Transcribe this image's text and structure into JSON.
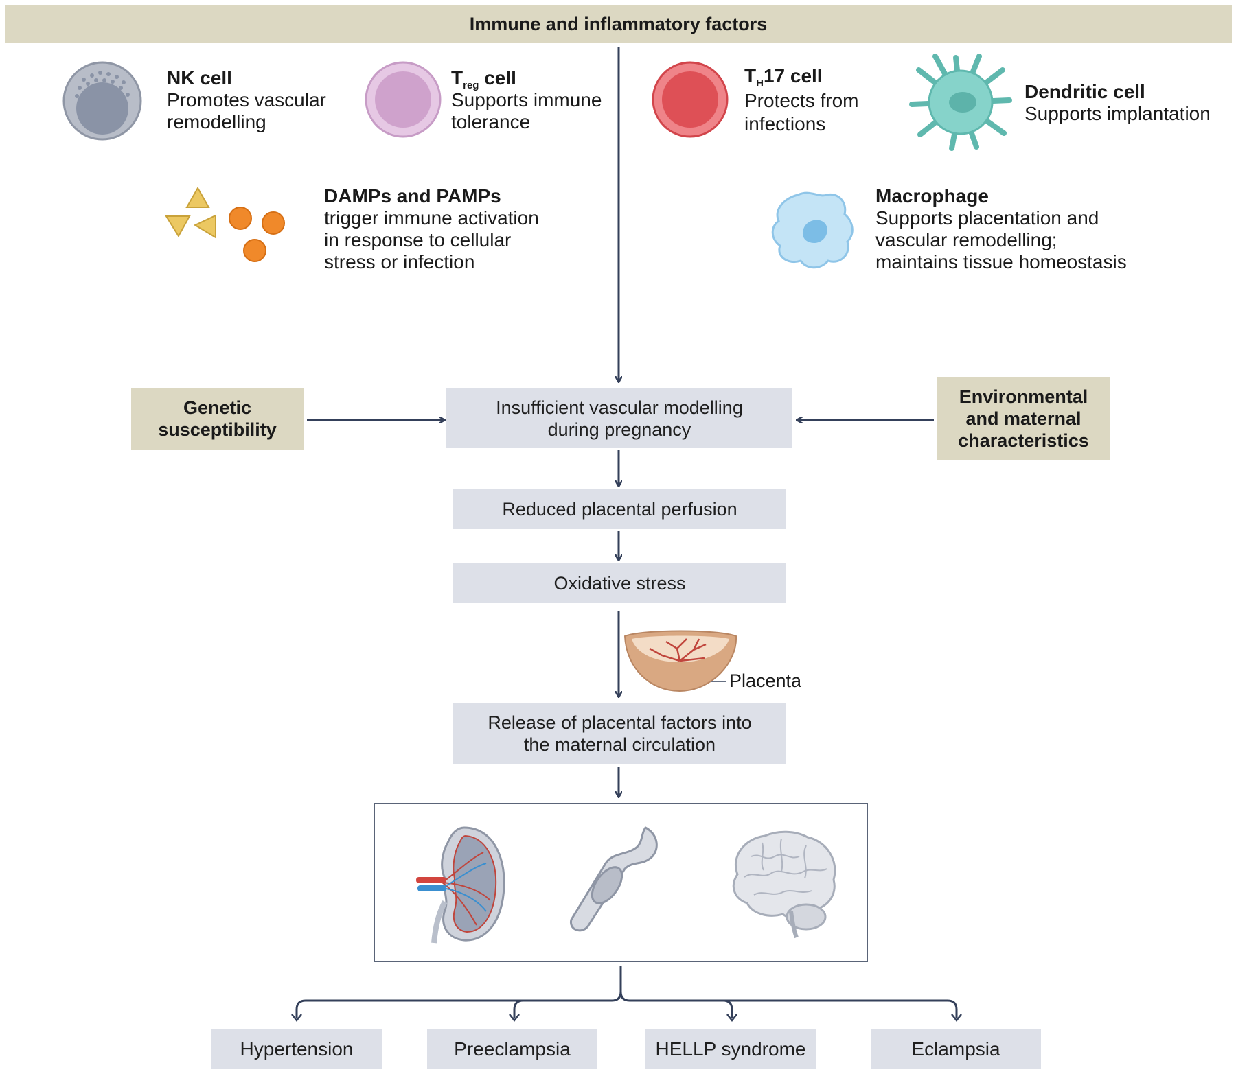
{
  "header": {
    "title": "Immune and inflammatory factors"
  },
  "cells": {
    "nk": {
      "title": "NK cell",
      "desc": "Promotes vascular\nremodelling",
      "icon": "nk-cell-icon"
    },
    "treg": {
      "title_main": "T",
      "title_sub": "reg",
      "title_rest": " cell",
      "desc": "Supports immune\ntolerance",
      "icon": "treg-cell-icon"
    },
    "th17": {
      "title_main": "T",
      "title_sub": "H",
      "title_rest": "17 cell",
      "desc": "Protects from\ninfections",
      "icon": "th17-cell-icon"
    },
    "dendritic": {
      "title": "Dendritic cell",
      "desc": "Supports implantation",
      "icon": "dendritic-cell-icon"
    },
    "damps": {
      "title": "DAMPs and PAMPs",
      "desc": "trigger immune activation\nin response to cellular\nstress or infection",
      "icon": "damps-pamps-icon"
    },
    "macrophage": {
      "title": "Macrophage",
      "desc": "Supports placentation and\nvascular remodelling;\nmaintains tissue homeostasis",
      "icon": "macrophage-icon"
    }
  },
  "factors": {
    "genetic": "Genetic\nsusceptibility",
    "environmental": "Environmental\nand maternal\ncharacteristics"
  },
  "flow": {
    "step1": "Insufficient vascular modelling\nduring pregnancy",
    "step2": "Reduced placental perfusion",
    "step3": "Oxidative stress",
    "placenta_label": "Placenta",
    "step4": "Release of placental factors into\nthe maternal circulation"
  },
  "organs": [
    "kidney-icon",
    "blood-vessel-icon",
    "brain-icon"
  ],
  "outcomes": [
    "Hypertension",
    "Preeclampsia",
    "HELLP syndrome",
    "Eclampsia"
  ],
  "colors": {
    "header_bg": "#dcd8c2",
    "flow_box_bg": "#dde0e8",
    "arrow": "#34405a",
    "nk": "#9aa2b2",
    "treg": "#d9b0d6",
    "th17": "#e0565b",
    "dendritic": "#7fcfc6",
    "macrophage": "#a9d7f2",
    "damps_triangle": "#e6c256",
    "damps_circle": "#f08a2a"
  }
}
